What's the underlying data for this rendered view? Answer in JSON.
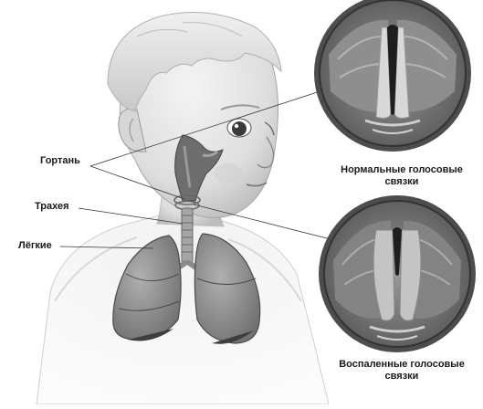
{
  "labels": {
    "larynx": "Гортань",
    "trachea": "Трахея",
    "lungs": "Лёгкие"
  },
  "captions": {
    "normal_line1": "Нормальные голосовые",
    "normal_line2": "связки",
    "inflamed_line1": "Воспаленные голосовые",
    "inflamed_line2": "связки"
  },
  "colors": {
    "ink": "#1a1a1a",
    "skin": "#e2e2e2",
    "organ": "#8c8c8c"
  }
}
